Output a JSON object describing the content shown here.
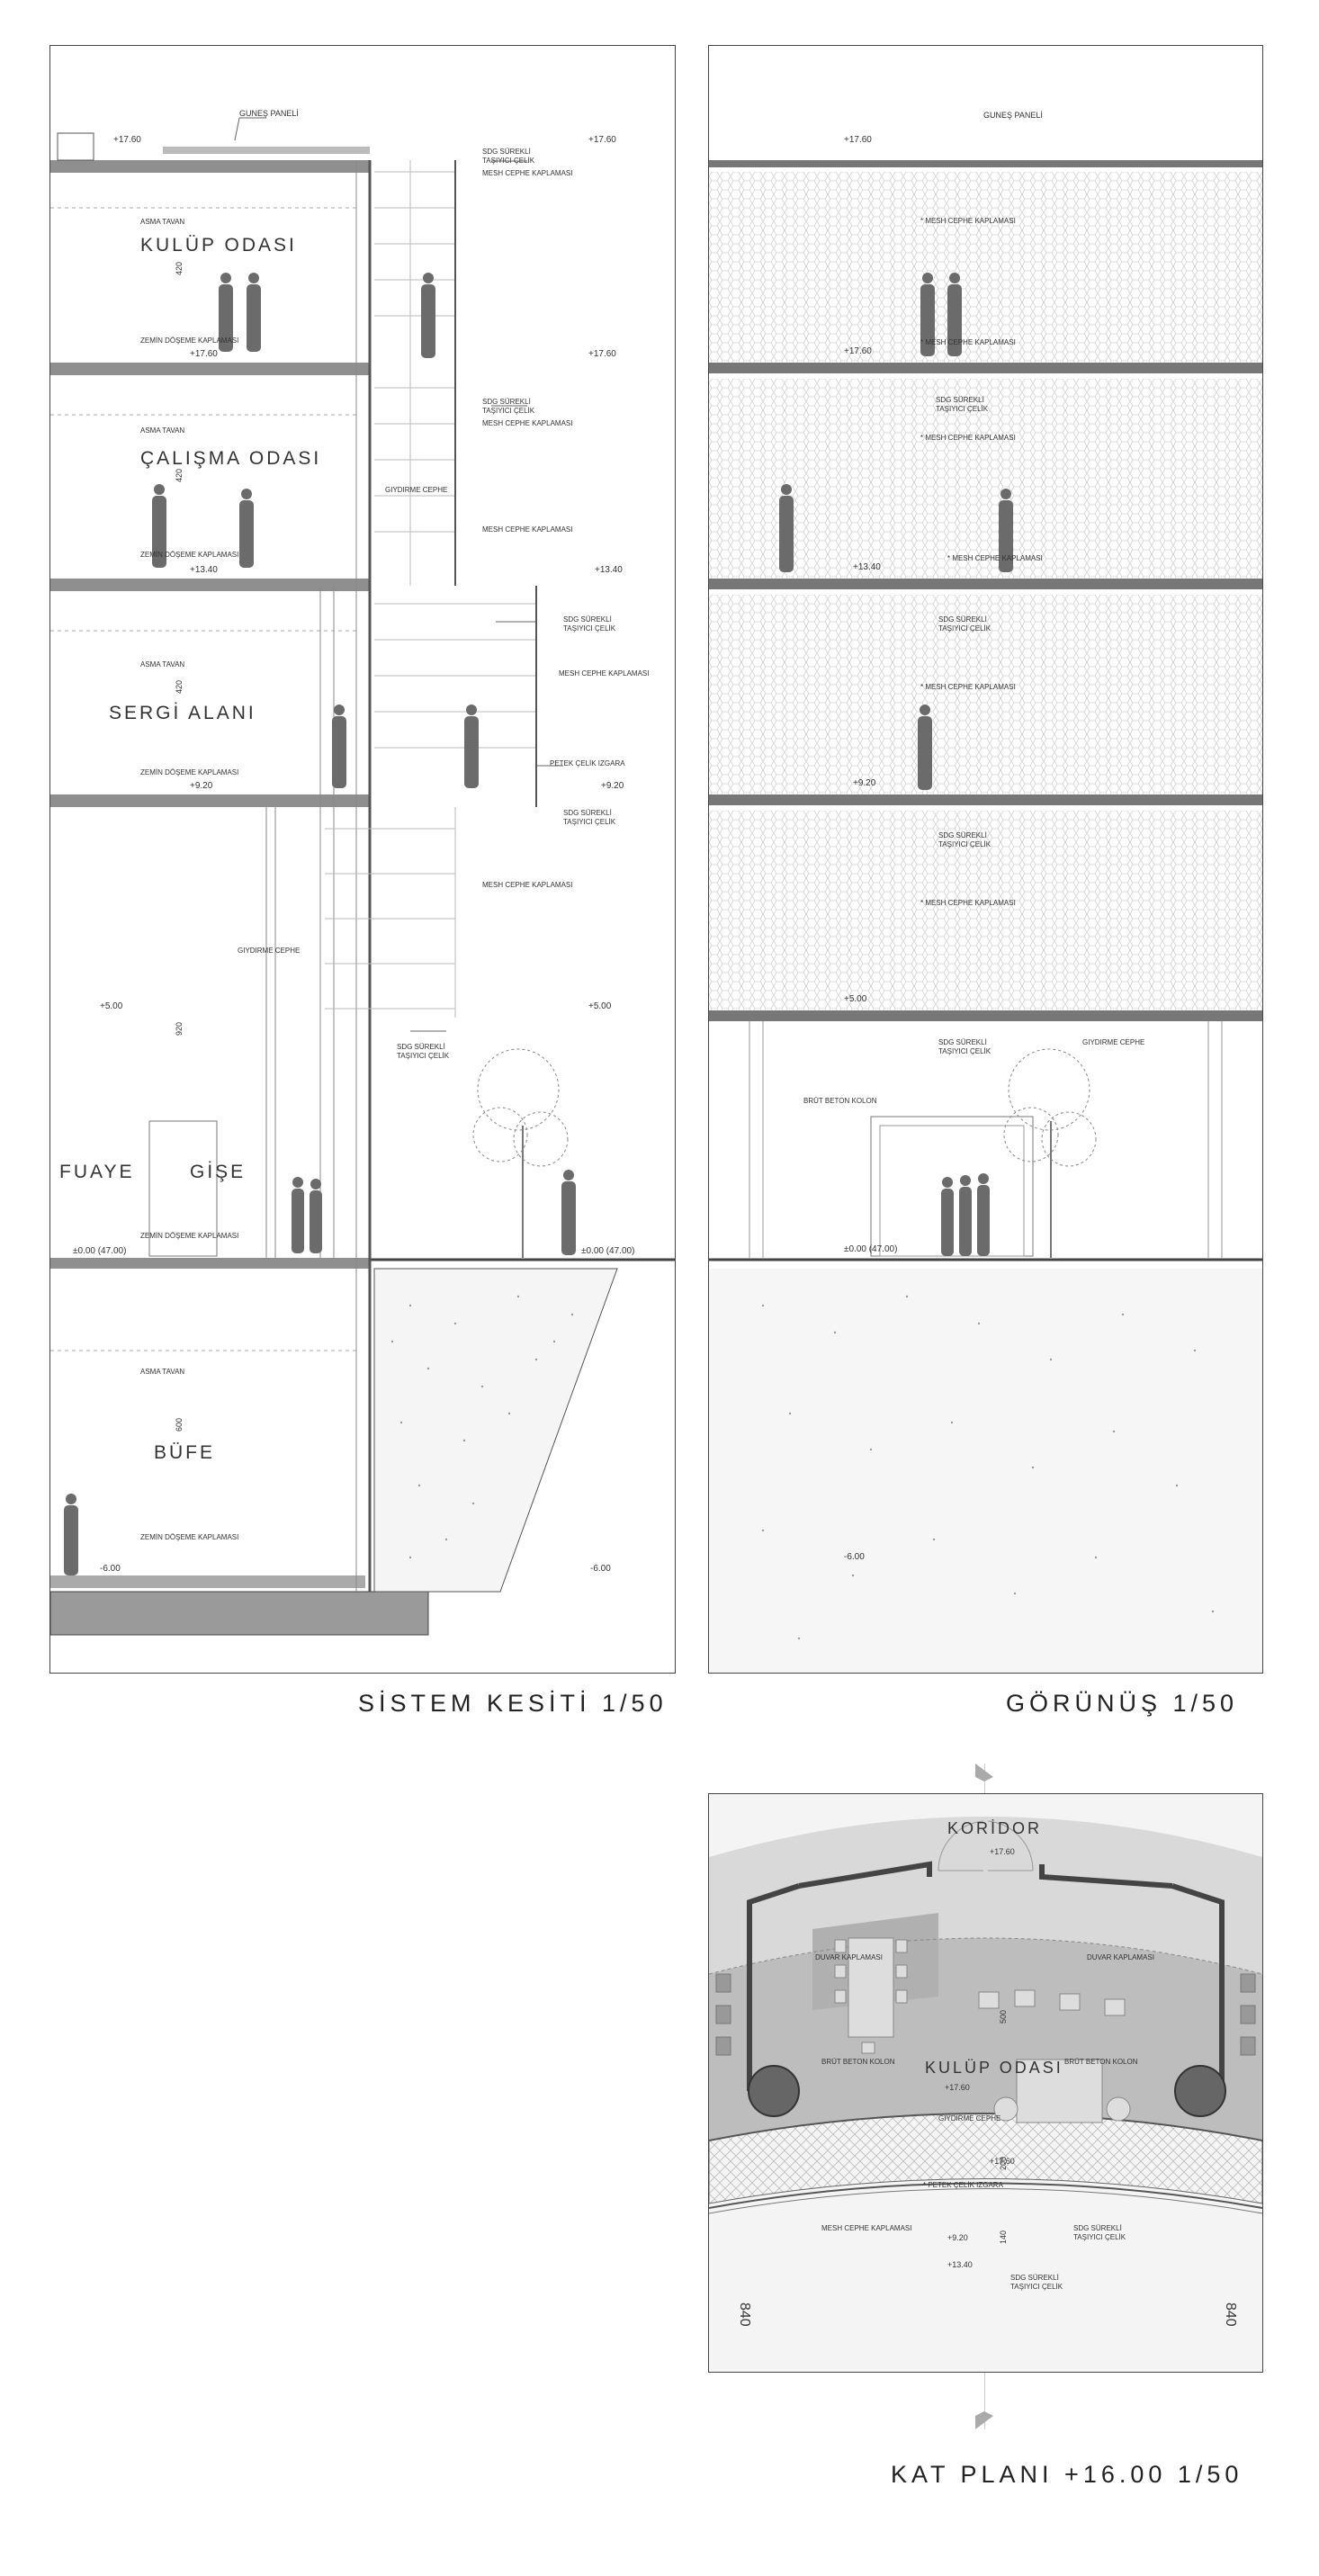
{
  "section": {
    "title": "SİSTEM KESİTİ 1/50",
    "rooms": {
      "kulup": "KULÜP ODASI",
      "calisma": "ÇALIŞMA ODASI",
      "sergi": "SERGİ ALANI",
      "fuaye": "FUAYE",
      "gise": "GİŞE",
      "bufe": "BÜFE"
    },
    "levels": {
      "l1760": "+17.60",
      "l1340": "+13.40",
      "l920": "+9.20",
      "l500": "+5.00",
      "l000": "±0.00  (47.00)",
      "lm600": "-6.00"
    },
    "labels": {
      "gunes": "GUNEŞ PANELİ",
      "asma": "ASMA TAVAN",
      "zemin": "ZEMİN DÖŞEME KAPLAMASI",
      "sdg1": "SDG SÜREKLİ",
      "sdg2": "TAŞIYICI ÇELİK",
      "mesh": "MESH CEPHE KAPLAMASI",
      "giydirme": "GIYDIRME CEPHE",
      "petek": "PETEK ÇELİK IZGARA"
    },
    "dims": {
      "d420a": "420",
      "d420b": "420",
      "d420c": "420",
      "d920": "920",
      "d600": "600"
    }
  },
  "elevation": {
    "title": "GÖRÜNÜŞ 1/50",
    "labels": {
      "gunes": "GUNEŞ PANELİ",
      "sdg1": "SDG SÜREKLİ",
      "sdg2": "TAŞIYICI ÇELİK",
      "mesh": "* MESH CEPHE KAPLAMASI",
      "giydirme": "GIYDIRME CEPHE",
      "brut": "BRÜT BETON KOLON"
    },
    "levels": {
      "l1760": "+17.60",
      "l1340": "+13.40",
      "l920": "+9.20",
      "l500": "+5.00",
      "l000": "±0.00  (47.00)",
      "lm600": "-6.00"
    }
  },
  "plan": {
    "title": "KAT PLANI  +16.00   1/50",
    "koridor": "KORİDOR",
    "room": "KULÜP ODASI",
    "labels": {
      "duvar": "DUVAR KAPLAMASI",
      "brut": "BRÜT BETON KOLON",
      "giydirme": "GIYDIRME CEPHE",
      "petek": "* PETEK ÇELİK IZGARA",
      "mesh": "MESH CEPHE KAPLAMASI",
      "sdg1": "SDG SÜREKLİ",
      "sdg2": "TAŞIYICI ÇELİK"
    },
    "levels": {
      "l1760a": "+17.60",
      "l1760b": "+17.60",
      "l1760c": "+17.60",
      "l920": "+9.20",
      "l1340": "+13.40"
    },
    "dims": {
      "d840a": "840",
      "d840b": "840",
      "d500": "500",
      "d200": "200",
      "d140": "140"
    }
  }
}
